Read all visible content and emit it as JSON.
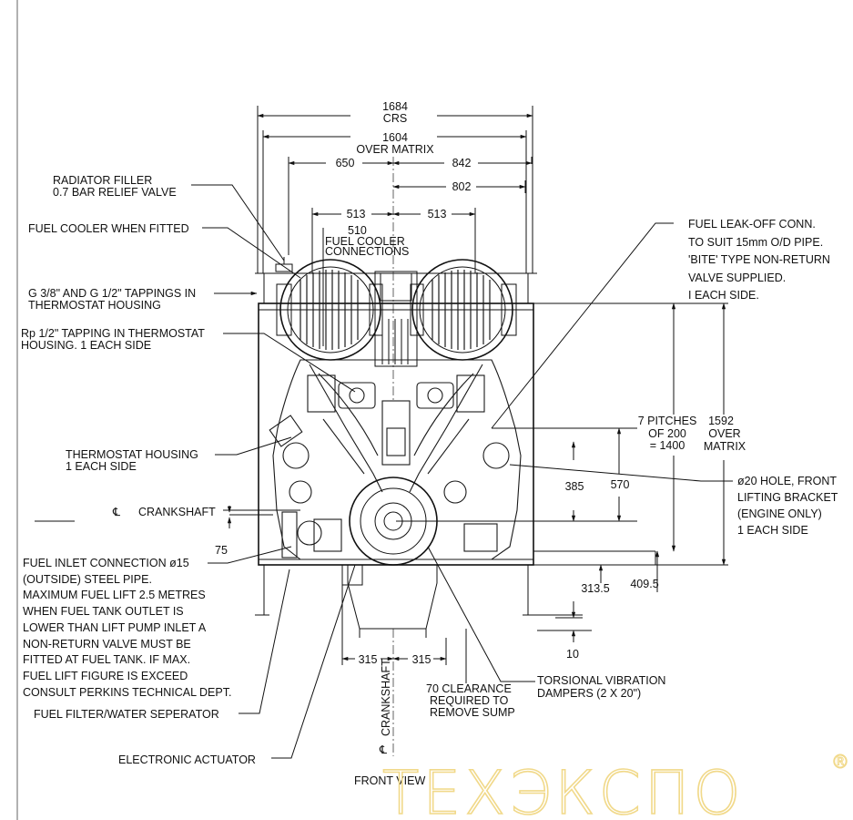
{
  "dimensions": {
    "d1684": "1684",
    "crs": "CRS",
    "d1604": "1604",
    "over_matrix": "OVER MATRIX",
    "d650": "650",
    "d842": "842",
    "d802": "802",
    "d513_left": "513",
    "d513_right": "513",
    "d510": "510",
    "fuel_cooler_connections_1": "FUEL COOLER",
    "fuel_cooler_connections_2": "CONNECTIONS",
    "pitches_1": "7 PITCHES",
    "pitches_2": "OF 200",
    "pitches_3": "= 1400",
    "d1592": "1592",
    "over_matrix_1": "OVER",
    "over_matrix_2": "MATRIX",
    "d385": "385",
    "d570": "570",
    "d75": "75",
    "d313_5": "313.5",
    "d409_5": "409.5",
    "d10": "10",
    "d315_left": "315",
    "d315_right": "315"
  },
  "labels": {
    "radiator_filler_1": "RADIATOR FILLER",
    "radiator_filler_2": "0.7 BAR RELIEF VALVE",
    "fuel_cooler_fitted": "FUEL COOLER WHEN FITTED",
    "tappings_1": "G 3/8\" AND G 1/2\" TAPPINGS IN",
    "tappings_2": "THERMOSTAT HOUSING",
    "rp_tapping_1": "Rp 1/2\" TAPPING IN THERMOSTAT",
    "rp_tapping_2": "HOUSING. 1 EACH SIDE",
    "thermostat_1": "THERMOSTAT HOUSING",
    "thermostat_2": "1 EACH SIDE",
    "crankshaft_symbol": "℄",
    "crankshaft": "CRANKSHAFT",
    "fuel_inlet_1": "FUEL INLET CONNECTION ø15",
    "fuel_inlet_2": "(OUTSIDE) STEEL PIPE.",
    "fuel_inlet_3": "MAXIMUM FUEL LIFT 2.5 METRES",
    "fuel_inlet_4": "WHEN FUEL TANK OUTLET IS",
    "fuel_inlet_5": "LOWER THAN LIFT PUMP INLET A",
    "fuel_inlet_6": "NON-RETURN VALVE MUST BE",
    "fuel_inlet_7": "FITTED AT FUEL TANK. IF MAX.",
    "fuel_inlet_8": "FUEL LIFT FIGURE IS EXCEED",
    "fuel_inlet_9": "CONSULT PERKINS TECHNICAL DEPT.",
    "fuel_filter": "FUEL FILTER/WATER SEPERATOR",
    "electronic_actuator": "ELECTRONIC ACTUATOR",
    "vertical_crankshaft": "CRANKSHAFT",
    "vertical_crankshaft_symbol": "℄",
    "front_view": "FRONT VIEW",
    "clearance_1": "70 CLEARANCE",
    "clearance_2": "REQUIRED TO",
    "clearance_3": "REMOVE SUMP",
    "torsional_1": "TORSIONAL VIBRATION",
    "torsional_2": "DAMPERS (2 X 20\")",
    "leak_off_1": "FUEL LEAK-OFF CONN.",
    "leak_off_2": "TO SUIT 15mm O/D PIPE.",
    "leak_off_3": "'BITE' TYPE NON-RETURN",
    "leak_off_4": "VALVE SUPPLIED.",
    "leak_off_5": "I EACH SIDE.",
    "hole_1": "ø20 HOLE, FRONT",
    "hole_2": "LIFTING BRACKET",
    "hole_3": "(ENGINE ONLY)",
    "hole_4": "1 EACH SIDE"
  },
  "watermark": {
    "text": "ТЕХЭКСПО",
    "registered": "®",
    "color": "#f1d98a"
  }
}
